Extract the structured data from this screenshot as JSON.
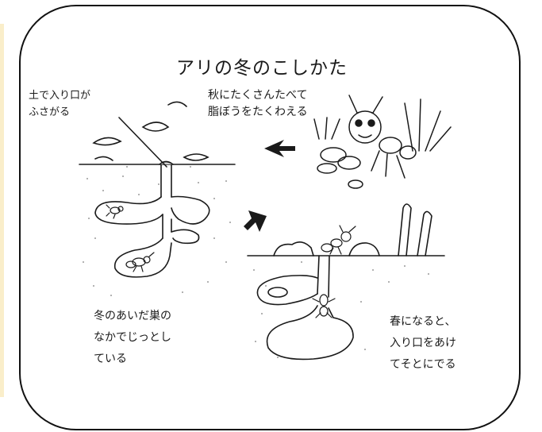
{
  "title": "アリの冬のこしかた",
  "labels": {
    "entrance": [
      "土で入り口が",
      "ふさがる"
    ],
    "autumn": [
      "秋にたくさんたべて",
      "脂ぼうをたくわえる"
    ],
    "winter": [
      "冬のあいだ巣の",
      "なかでじっとし",
      "ている"
    ],
    "spring": [
      "春になると、",
      "入り口をあけ",
      "てそとにでる"
    ]
  },
  "colors": {
    "ink": "#1a1a1a",
    "soil_dots": "#9a9a9a",
    "accent_bar": "#f3d98a"
  },
  "icons": [
    "ant-icon",
    "arrow-left-icon",
    "arrow-right-icon",
    "grass-icon",
    "leaf-icon"
  ]
}
